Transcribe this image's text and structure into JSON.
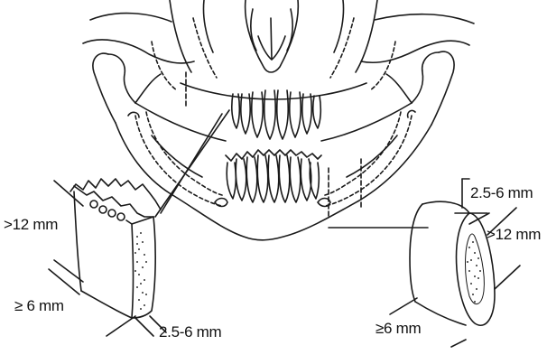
{
  "diagram": {
    "left_section": {
      "height_label": ">12 mm",
      "width_label": "≥ 6 mm",
      "thickness_label": "2.5-6 mm"
    },
    "right_section": {
      "thickness_label": "2.5-6 mm",
      "height_label": ">12 mm",
      "width_label": "≥6 mm"
    },
    "colors": {
      "line": "#1a1a1a",
      "background": "#ffffff",
      "cancellous_stipple": "#333333"
    }
  }
}
